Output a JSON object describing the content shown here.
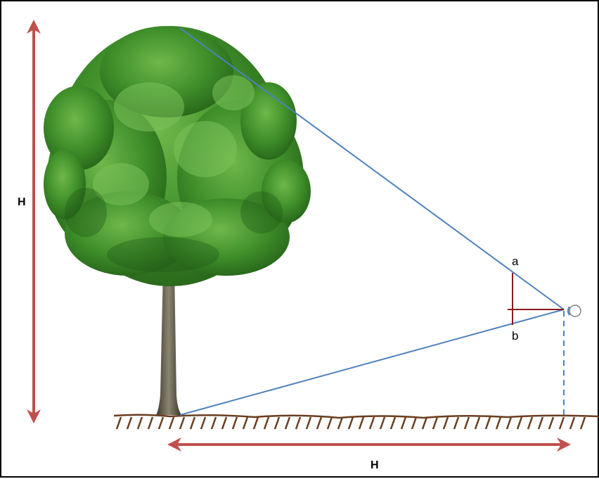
{
  "labels": {
    "height_vertical": "H",
    "distance_horizontal": "H",
    "top_mark": "a",
    "bottom_mark": "b"
  },
  "colors": {
    "arrow": "#c0504d",
    "sight_line": "#4f81bd",
    "stick": "#8b1a1a",
    "ground": "#6b3e1f",
    "foliage": "#3f8f2a",
    "trunk": "#5a5446"
  }
}
